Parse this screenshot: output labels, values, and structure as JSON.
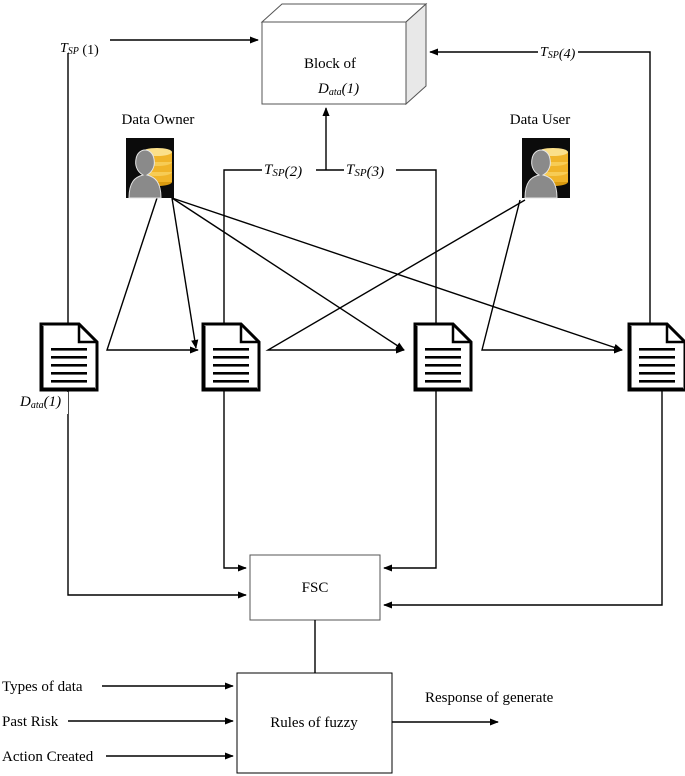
{
  "block": {
    "line1": "Block of",
    "d": "D",
    "d_sub": "ata",
    "d_idx": "(1)"
  },
  "data_owner": "Data Owner",
  "data_user": "Data User",
  "tsp": [
    {
      "t": "T",
      "sub": "SP",
      "idx": " (1)"
    },
    {
      "t": "T",
      "sub": "SP",
      "idx": "(2)"
    },
    {
      "t": "T",
      "sub": "SP",
      "idx": "(3)"
    },
    {
      "t": "T",
      "sub": "SP",
      "idx": "(4)"
    }
  ],
  "doc_label": {
    "d": "D",
    "sub": "ata",
    "idx": "(1)"
  },
  "fsc": "FSC",
  "rules": "Rules of fuzzy",
  "inputs": [
    "Types of data",
    "Past Risk",
    "Action Created"
  ],
  "response": "Response of generate",
  "colors": {
    "line": "#000000",
    "db": "#f0b429",
    "person": "#8a8a8a",
    "icon_bg": "#0b0b0b"
  }
}
